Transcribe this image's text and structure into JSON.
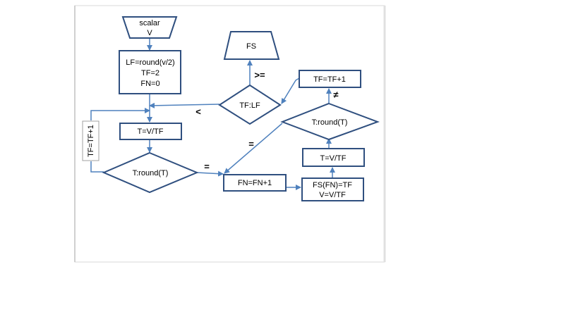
{
  "diagram": {
    "nodes": {
      "input": {
        "lines": [
          "scalar",
          "V"
        ]
      },
      "output": {
        "lines": [
          "FS"
        ]
      },
      "init": {
        "lines": [
          "LF=round(v/2)",
          "TF=2",
          "FN=0"
        ]
      },
      "divide_main": {
        "lines": [
          "T=V/TF"
        ]
      },
      "check_main": {
        "lines": [
          "T:round(T)"
        ]
      },
      "compare": {
        "lines": [
          "TF:LF"
        ]
      },
      "increment_side": {
        "lines": [
          "TF=TF+1"
        ]
      },
      "increment_fn": {
        "lines": [
          "FN=FN+1"
        ]
      },
      "store_factor": {
        "lines": [
          "FS(FN)=TF",
          "V=V/TF"
        ]
      },
      "divide_inner": {
        "lines": [
          "T=V/TF"
        ]
      },
      "check_inner": {
        "lines": [
          "T:round(T)"
        ]
      },
      "increment_inner": {
        "lines": [
          "TF=TF+1"
        ]
      }
    },
    "edge_labels": {
      "ge": ">=",
      "lt": "<",
      "ne": "≠",
      "eq_main": "=",
      "eq_inner": "="
    },
    "colors": {
      "node_border": "#2f4f7f",
      "arrow": "#4f81bd",
      "side_box_border": "#a0a0a0",
      "page_border": "#d9d9d9"
    }
  }
}
